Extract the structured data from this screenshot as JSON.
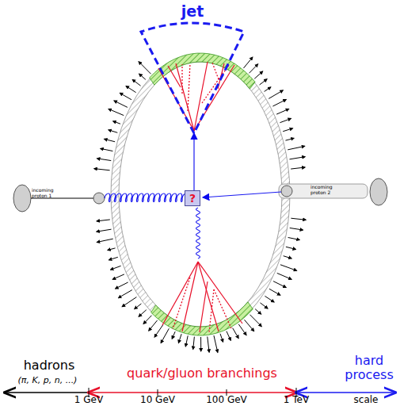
{
  "diagram": {
    "nodes": [
      {
        "text": [
          "?"
        ]
      }
    ],
    "labels": [
      "jet",
      "incoming proton 1",
      "incoming proton 2",
      "hadrons",
      "(π, K, p, n, ...)",
      "quark/gluon branchings",
      "hard process",
      "1 GeV",
      "10 GeV",
      "100 GeV",
      "1 TeV",
      "scale"
    ]
  }
}
